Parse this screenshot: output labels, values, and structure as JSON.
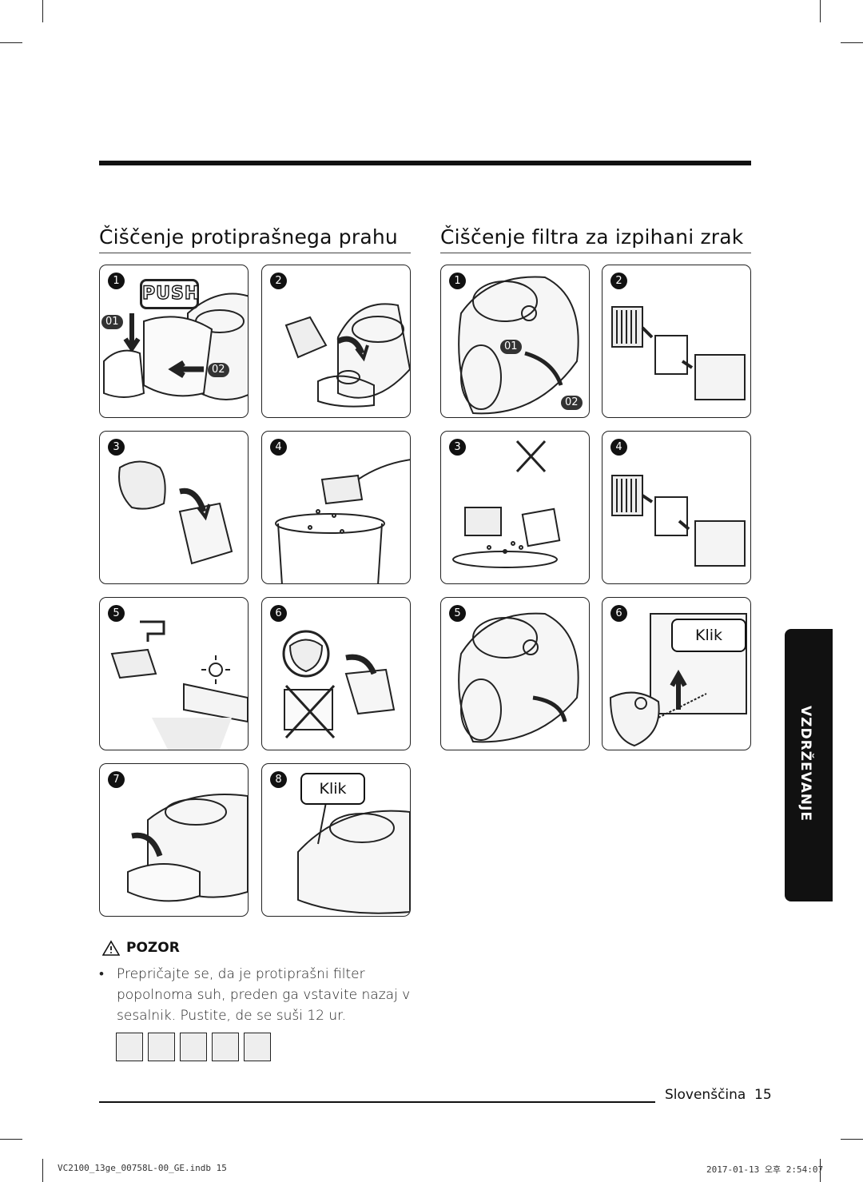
{
  "section_tab": "VZDRŽEVANJE",
  "left": {
    "title": "Čiščenje protiprašnega prahu",
    "push_label": "PUSH",
    "tag_01": "01",
    "tag_02": "02",
    "step_numbers": [
      "1",
      "2",
      "3",
      "4",
      "5",
      "6",
      "7",
      "8"
    ],
    "klik": "Klik"
  },
  "right": {
    "title": "Čiščenje filtra za izpihani zrak",
    "tag_01": "01",
    "tag_02": "02",
    "step_numbers": [
      "1",
      "2",
      "3",
      "4",
      "5",
      "6"
    ],
    "klik": "Klik"
  },
  "caution": {
    "label": "POZOR",
    "bullet": "•",
    "text": "Prepričajte se, da je protiprašni filter popolnoma suh, preden ga vstavite nazaj v sesalnik. Pustite, de se suši 12 ur."
  },
  "footer": {
    "language": "Slovenščina",
    "page": "15"
  },
  "print_marks": {
    "file": "VC2100_13ge_00758L-00_GE.indb   15",
    "date": "2017-01-13   오후 2:54:07"
  }
}
